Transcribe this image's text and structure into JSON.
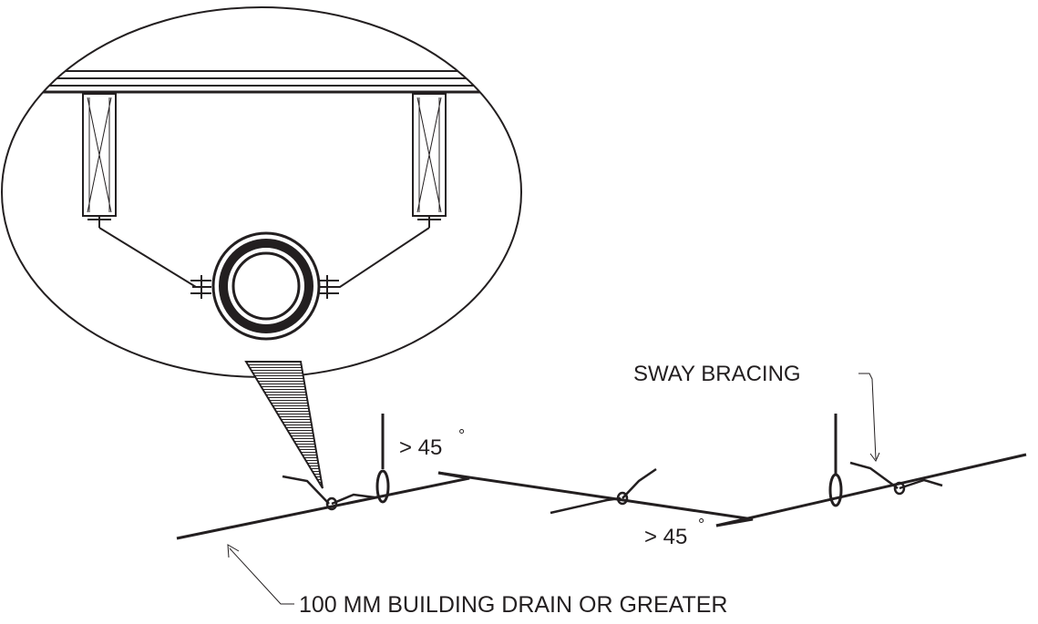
{
  "labels": {
    "sway_bracing": "SWAY BRACING",
    "angle_left": "> 45",
    "angle_right": "> 45",
    "degree": "°",
    "drain": "100 MM BUILDING DRAIN OR GREATER"
  },
  "colors": {
    "ink": "#231f20",
    "background": "#ffffff"
  }
}
